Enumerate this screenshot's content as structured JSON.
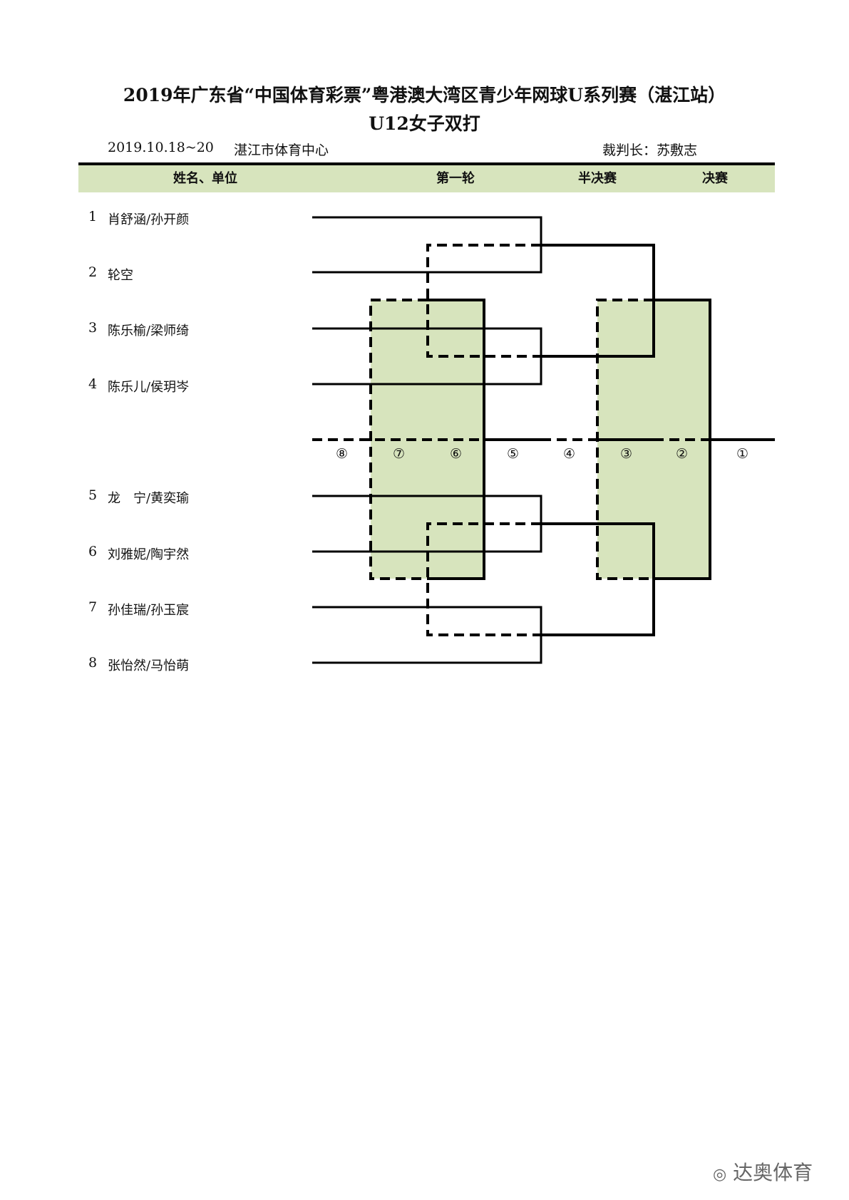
{
  "title": "2019年广东省“中国体育彩票”粤港澳大湾区青少年网球U系列赛（湛江站）",
  "subtitle": "U12女子双打",
  "date": "2019.10.18~20",
  "venue": "湛江市体育中心",
  "referee": "裁判长：苏敷志",
  "headers": {
    "name": "姓名、单位",
    "round1": "第一轮",
    "semi": "半决赛",
    "final": "决赛"
  },
  "players": [
    {
      "seed": "1",
      "name": "肖舒涵/孙开颜"
    },
    {
      "seed": "2",
      "name": "轮空"
    },
    {
      "seed": "3",
      "name": "陈乐榆/梁师绮"
    },
    {
      "seed": "4",
      "name": "陈乐儿/侯玥岑"
    },
    {
      "seed": "5",
      "name": "龙　宁/黄奕瑜"
    },
    {
      "seed": "6",
      "name": "刘雅妮/陶宇然"
    },
    {
      "seed": "7",
      "name": "孙佳瑞/孙玉宸"
    },
    {
      "seed": "8",
      "name": "张怡然/马怡萌"
    }
  ],
  "court_numbers": [
    "⑧",
    "⑦",
    "⑥",
    "⑤",
    "④",
    "③",
    "②",
    "①"
  ],
  "watermark": "达奥体育",
  "colors": {
    "header_bg": "#d7e4bd",
    "box_fill": "#d7e4bd"
  }
}
